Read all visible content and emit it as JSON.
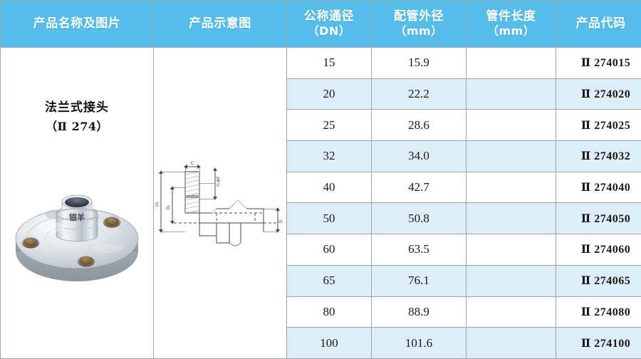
{
  "table": {
    "headers": [
      {
        "line1": "产品名称及图片",
        "line2": "",
        "name": "col-product-name-photo"
      },
      {
        "line1": "产品示意图",
        "line2": "",
        "name": "col-product-diagram"
      },
      {
        "line1": "公称通径",
        "line2": "（DN）",
        "name": "col-nominal-diameter"
      },
      {
        "line1": "配管外径",
        "line2": "（mm）",
        "name": "col-pipe-outer-diameter"
      },
      {
        "line1": "管件长度",
        "line2": "（mm）",
        "name": "col-fitting-length"
      },
      {
        "line1": "产品代码",
        "line2": "",
        "name": "col-product-code"
      }
    ],
    "product": {
      "title": "法兰式接头",
      "subtitle": "（Ⅱ 274）",
      "photo_brand": "银羊"
    },
    "diagram": {
      "labels": {
        "d1": "D₁",
        "d2": "D₂",
        "c": "C",
        "d": "D",
        "holes": "n-φd"
      }
    },
    "rows": [
      {
        "dn": "15",
        "od": "15.9",
        "length": "",
        "code": "Ⅱ 274015"
      },
      {
        "dn": "20",
        "od": "22.2",
        "length": "",
        "code": "Ⅱ 274020"
      },
      {
        "dn": "25",
        "od": "28.6",
        "length": "",
        "code": "Ⅱ 274025"
      },
      {
        "dn": "32",
        "od": "34.0",
        "length": "",
        "code": "Ⅱ 274032"
      },
      {
        "dn": "40",
        "od": "42.7",
        "length": "",
        "code": "Ⅱ 274040"
      },
      {
        "dn": "50",
        "od": "50.8",
        "length": "",
        "code": "Ⅱ 274050"
      },
      {
        "dn": "60",
        "od": "63.5",
        "length": "",
        "code": "Ⅱ 274060"
      },
      {
        "dn": "65",
        "od": "76.1",
        "length": "",
        "code": "Ⅱ 274065"
      },
      {
        "dn": "80",
        "od": "88.9",
        "length": "",
        "code": "Ⅱ 274080"
      },
      {
        "dn": "100",
        "od": "101.6",
        "length": "",
        "code": "Ⅱ 274100"
      }
    ]
  },
  "colors": {
    "header_bg": "#55bde9",
    "header_text": "#ffffff",
    "row_alt_bg": "#ddeef8",
    "row_bg": "#ffffff",
    "border": "#9aa5ab",
    "body_text": "#1a1a1a"
  }
}
